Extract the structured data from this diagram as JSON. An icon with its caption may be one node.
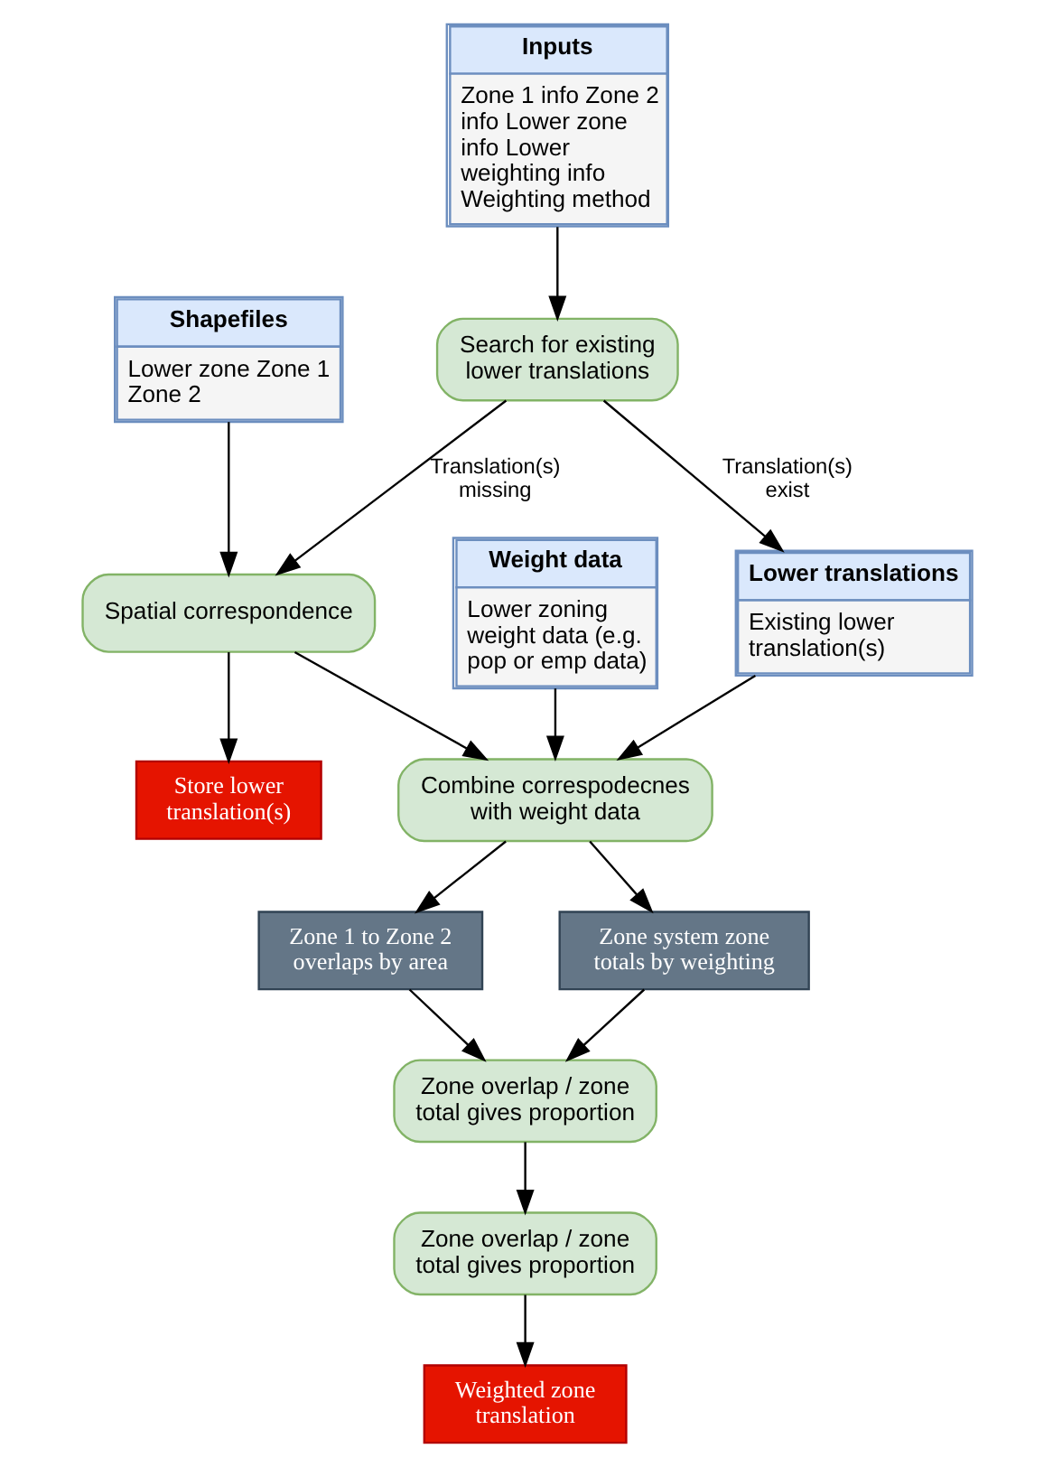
{
  "diagram": {
    "nodes": [
      {
        "text": [
          "Inputs",
          "Zone 1 info Zone 2 info Lower zone info Lower weighting info Weighting method"
        ]
      },
      {
        "text": [
          "Search for existing lower translations"
        ]
      },
      {
        "text": [
          "Shapefiles",
          "Lower zone Zone 1 Zone 2"
        ]
      },
      {
        "text": [
          "Spatial correspondence"
        ]
      },
      {
        "text": [
          "Lower translations",
          "Existing lower translation(s)"
        ]
      },
      {
        "text": [
          "Store lower translation(s)"
        ]
      },
      {
        "text": [
          "Combine correspodecnes with weight data"
        ]
      },
      {
        "text": [
          "Weight data",
          "Lower zoning weight data (e.g. pop or emp data)"
        ]
      },
      {
        "text": [
          "Zone 1 to Zone 2 overlaps by area"
        ]
      },
      {
        "text": [
          "Zone system zone totals by weighting"
        ]
      },
      {
        "text": [
          "Zone overlap / zone total gives proportion"
        ]
      },
      {
        "text": [
          "Zone overlap / zone total gives proportion"
        ]
      },
      {
        "text": [
          "Weighted zone translation"
        ]
      }
    ],
    "edges": [
      {
        "from": 0,
        "to": 1,
        "arrow": "to"
      },
      {
        "from": 1,
        "to": 3,
        "arrow": "to",
        "label": "Translation(s) missing"
      },
      {
        "from": 1,
        "to": 4,
        "arrow": "to",
        "label": "Translation(s) exist"
      },
      {
        "from": 2,
        "to": 3,
        "arrow": "to"
      },
      {
        "from": 3,
        "to": 5,
        "arrow": "to"
      },
      {
        "from": 3,
        "to": 6,
        "arrow": "to"
      },
      {
        "from": 4,
        "to": 6,
        "arrow": "to"
      },
      {
        "from": 7,
        "to": 6,
        "arrow": "to"
      },
      {
        "from": 6,
        "to": 8,
        "arrow": "to"
      },
      {
        "from": 6,
        "to": 9,
        "arrow": "to"
      },
      {
        "from": 8,
        "to": 10,
        "arrow": "to"
      },
      {
        "from": 9,
        "to": 10,
        "arrow": "to"
      },
      {
        "from": 10,
        "to": 11,
        "arrow": "to"
      },
      {
        "from": 11,
        "to": 12,
        "arrow": "to"
      }
    ]
  }
}
